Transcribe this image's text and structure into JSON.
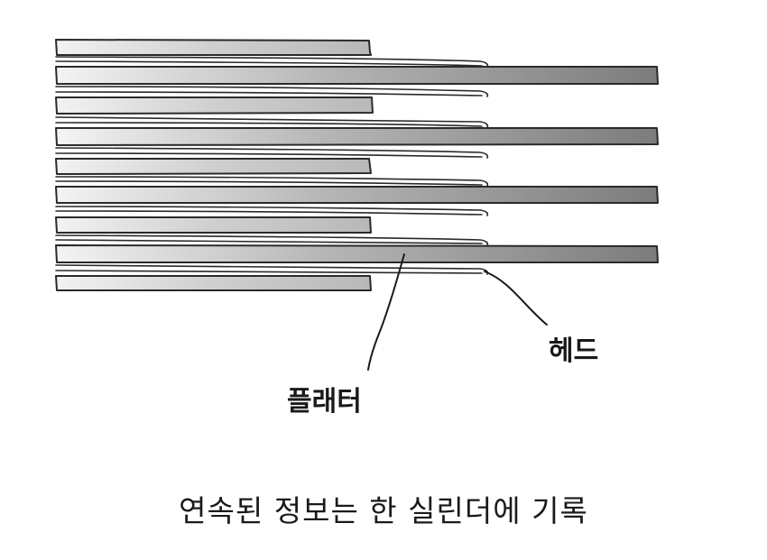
{
  "labels": {
    "head": "헤드",
    "platter": "플래터"
  },
  "caption": "연속된 정보는 한 실린더에 기록",
  "colors": {
    "platter_fill": "#d8d8d8",
    "arm_fill": "#8e8e8e",
    "outline": "#2a2a2a",
    "text": "#1a1a1a"
  }
}
